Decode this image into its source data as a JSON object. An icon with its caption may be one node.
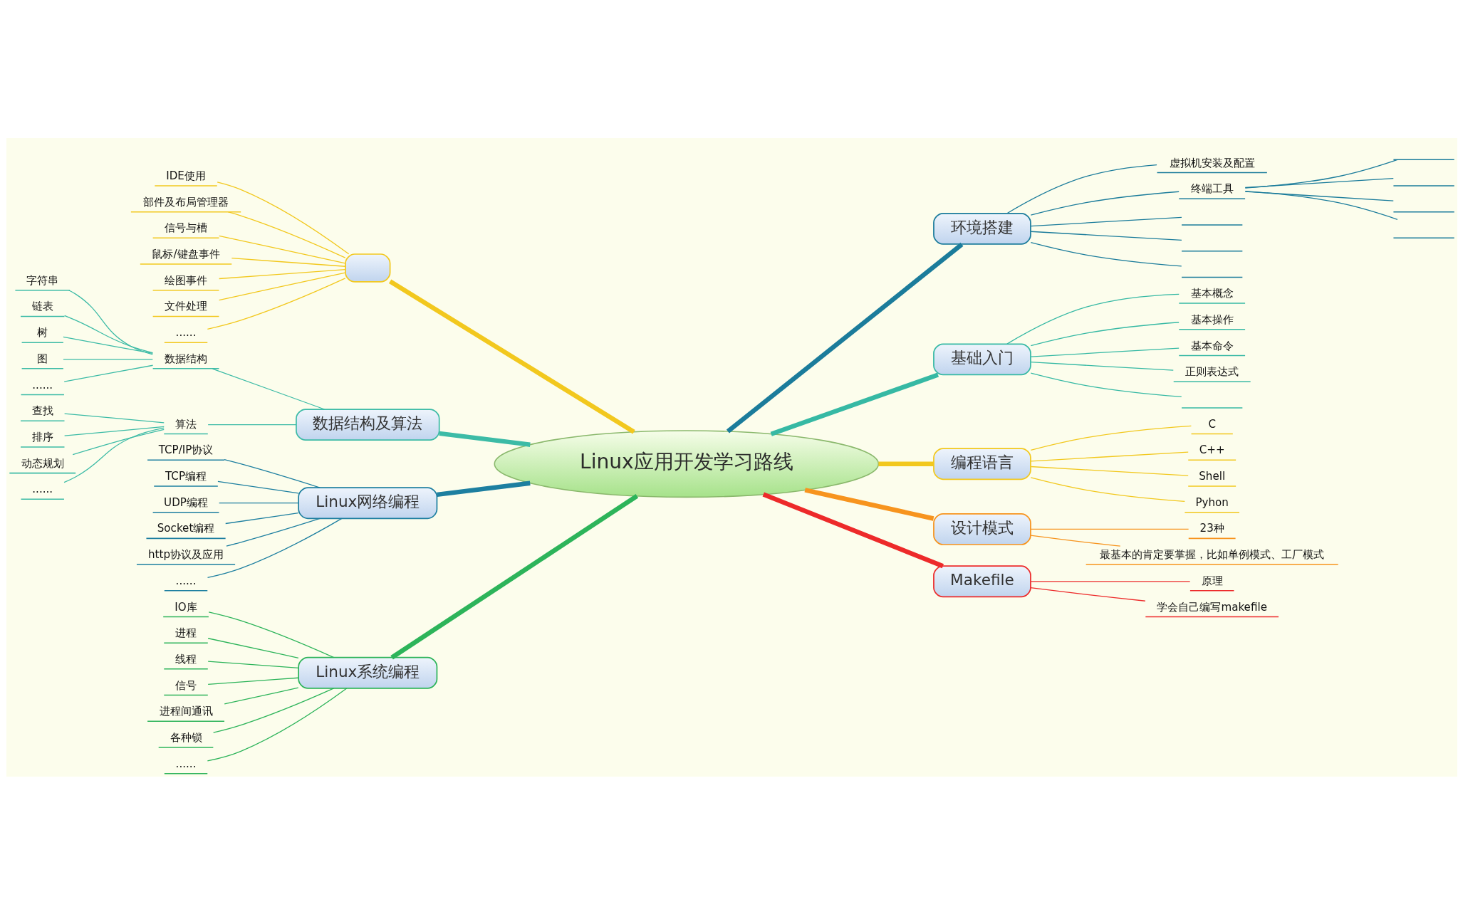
{
  "diagram": {
    "nodes": [
      {
        "text": [
          "Linux应用开发学习路线"
        ]
      },
      {
        "text": [],
        "shape": "box"
      },
      {
        "text": [
          "IDE使用"
        ]
      },
      {
        "text": [
          "部件及布局管理器"
        ]
      },
      {
        "text": [
          "信号与槽"
        ]
      },
      {
        "text": [
          "鼠标/键盘事件"
        ]
      },
      {
        "text": [
          "绘图事件"
        ]
      },
      {
        "text": [
          "文件处理"
        ]
      },
      {
        "text": [
          "......"
        ]
      },
      {
        "text": [
          "数据结构及算法"
        ]
      },
      {
        "text": [
          "数据结构"
        ]
      },
      {
        "text": [
          "字符串"
        ]
      },
      {
        "text": [
          "链表"
        ]
      },
      {
        "text": [
          "树"
        ]
      },
      {
        "text": [
          "图"
        ]
      },
      {
        "text": [
          "......"
        ]
      },
      {
        "text": [
          "算法"
        ]
      },
      {
        "text": [
          "查找"
        ]
      },
      {
        "text": [
          "排序"
        ]
      },
      {
        "text": [
          "动态规划"
        ]
      },
      {
        "text": [
          "......"
        ]
      },
      {
        "text": [
          "Linux网络编程"
        ]
      },
      {
        "text": [
          "TCP/IP协议"
        ]
      },
      {
        "text": [
          "TCP编程"
        ]
      },
      {
        "text": [
          "UDP编程"
        ]
      },
      {
        "text": [
          "Socket编程"
        ]
      },
      {
        "text": [
          "http协议及应用"
        ]
      },
      {
        "text": [
          "......"
        ]
      },
      {
        "text": [
          "Linux系统编程"
        ]
      },
      {
        "text": [
          "IO库"
        ]
      },
      {
        "text": [
          "进程"
        ]
      },
      {
        "text": [
          "线程"
        ]
      },
      {
        "text": [
          "信号"
        ]
      },
      {
        "text": [
          "进程间通讯"
        ]
      },
      {
        "text": [
          "各种锁"
        ]
      },
      {
        "text": [
          "......"
        ]
      },
      {
        "text": [
          "环境搭建"
        ]
      },
      {
        "text": [
          "虚拟机安装及配置"
        ]
      },
      {
        "text": [
          "终端工具"
        ]
      },
      {
        "text": [],
        "shape": "line"
      },
      {
        "text": [],
        "shape": "line"
      },
      {
        "text": [],
        "shape": "line"
      },
      {
        "text": [],
        "shape": "line"
      },
      {
        "text": [],
        "shape": "line"
      },
      {
        "text": [],
        "shape": "line"
      },
      {
        "text": [],
        "shape": "line"
      },
      {
        "text": [
          "基础入门"
        ]
      },
      {
        "text": [
          "基本概念"
        ]
      },
      {
        "text": [
          "基本操作"
        ]
      },
      {
        "text": [
          "基本命令"
        ]
      },
      {
        "text": [
          "正则表达式"
        ]
      },
      {
        "text": [],
        "shape": "line"
      },
      {
        "text": [
          "编程语言"
        ]
      },
      {
        "text": [
          "C"
        ]
      },
      {
        "text": [
          "C++"
        ]
      },
      {
        "text": [
          "Shell"
        ]
      },
      {
        "text": [
          "Pyhon"
        ]
      },
      {
        "text": [
          "设计模式"
        ]
      },
      {
        "text": [
          "23种"
        ]
      },
      {
        "text": [
          "最基本的肯定要掌握，比如单例模式、工厂模式"
        ]
      },
      {
        "text": [
          "Makefile"
        ]
      },
      {
        "text": [
          "原理"
        ]
      },
      {
        "text": [
          "学会自己编写makefile"
        ]
      }
    ],
    "edges": [
      {
        "from": 1,
        "to": 0,
        "arrow": "none",
        "style": "thick",
        "color": "#f2c81e"
      },
      {
        "from": 2,
        "to": 1,
        "arrow": "none",
        "color": "#f2c81e"
      },
      {
        "from": 3,
        "to": 1,
        "arrow": "none",
        "color": "#f2c81e"
      },
      {
        "from": 4,
        "to": 1,
        "arrow": "none",
        "color": "#f2c81e"
      },
      {
        "from": 5,
        "to": 1,
        "arrow": "none",
        "color": "#f2c81e"
      },
      {
        "from": 6,
        "to": 1,
        "arrow": "none",
        "color": "#f2c81e"
      },
      {
        "from": 7,
        "to": 1,
        "arrow": "none",
        "color": "#f2c81e"
      },
      {
        "from": 8,
        "to": 1,
        "arrow": "none",
        "color": "#f2c81e"
      },
      {
        "from": 9,
        "to": 0,
        "arrow": "none",
        "style": "thick",
        "color": "#3cbba6"
      },
      {
        "from": 10,
        "to": 9,
        "arrow": "none",
        "color": "#3cbba6"
      },
      {
        "from": 11,
        "to": 10,
        "arrow": "none",
        "color": "#3cbba6"
      },
      {
        "from": 12,
        "to": 10,
        "arrow": "none",
        "color": "#3cbba6"
      },
      {
        "from": 13,
        "to": 10,
        "arrow": "none",
        "color": "#3cbba6"
      },
      {
        "from": 14,
        "to": 10,
        "arrow": "none",
        "color": "#3cbba6"
      },
      {
        "from": 15,
        "to": 10,
        "arrow": "none",
        "color": "#3cbba6"
      },
      {
        "from": 16,
        "to": 9,
        "arrow": "none",
        "color": "#3cbba6"
      },
      {
        "from": 17,
        "to": 16,
        "arrow": "none",
        "color": "#3cbba6"
      },
      {
        "from": 18,
        "to": 16,
        "arrow": "none",
        "color": "#3cbba6"
      },
      {
        "from": 19,
        "to": 16,
        "arrow": "none",
        "color": "#3cbba6"
      },
      {
        "from": 20,
        "to": 16,
        "arrow": "none",
        "color": "#3cbba6"
      },
      {
        "from": 21,
        "to": 0,
        "arrow": "none",
        "style": "thick",
        "color": "#1d7fa0"
      },
      {
        "from": 22,
        "to": 21,
        "arrow": "none",
        "color": "#1d7fa0"
      },
      {
        "from": 23,
        "to": 21,
        "arrow": "none",
        "color": "#1d7fa0"
      },
      {
        "from": 24,
        "to": 21,
        "arrow": "none",
        "color": "#1d7fa0"
      },
      {
        "from": 25,
        "to": 21,
        "arrow": "none",
        "color": "#1d7fa0"
      },
      {
        "from": 26,
        "to": 21,
        "arrow": "none",
        "color": "#1d7fa0"
      },
      {
        "from": 27,
        "to": 21,
        "arrow": "none",
        "color": "#1d7fa0"
      },
      {
        "from": 28,
        "to": 0,
        "arrow": "none",
        "style": "thick",
        "color": "#2db45a"
      },
      {
        "from": 29,
        "to": 28,
        "arrow": "none",
        "color": "#2db45a"
      },
      {
        "from": 30,
        "to": 28,
        "arrow": "none",
        "color": "#2db45a"
      },
      {
        "from": 31,
        "to": 28,
        "arrow": "none",
        "color": "#2db45a"
      },
      {
        "from": 32,
        "to": 28,
        "arrow": "none",
        "color": "#2db45a"
      },
      {
        "from": 33,
        "to": 28,
        "arrow": "none",
        "color": "#2db45a"
      },
      {
        "from": 34,
        "to": 28,
        "arrow": "none",
        "color": "#2db45a"
      },
      {
        "from": 35,
        "to": 28,
        "arrow": "none",
        "color": "#2db45a"
      },
      {
        "from": 0,
        "to": 36,
        "arrow": "none",
        "style": "thick",
        "color": "#1b7c9b"
      },
      {
        "from": 36,
        "to": 37,
        "arrow": "none",
        "color": "#1b7c9b"
      },
      {
        "from": 36,
        "to": 38,
        "arrow": "none",
        "color": "#1b7c9b"
      },
      {
        "from": 38,
        "to": 39,
        "arrow": "none",
        "color": "#1b7c9b"
      },
      {
        "from": 38,
        "to": 40,
        "arrow": "none",
        "color": "#1b7c9b"
      },
      {
        "from": 38,
        "to": 41,
        "arrow": "none",
        "color": "#1b7c9b"
      },
      {
        "from": 38,
        "to": 42,
        "arrow": "none",
        "color": "#1b7c9b"
      },
      {
        "from": 36,
        "to": 43,
        "arrow": "none",
        "color": "#1b7c9b"
      },
      {
        "from": 36,
        "to": 44,
        "arrow": "none",
        "color": "#1b7c9b"
      },
      {
        "from": 36,
        "to": 45,
        "arrow": "none",
        "color": "#1b7c9b"
      },
      {
        "from": 0,
        "to": 46,
        "arrow": "none",
        "style": "thick",
        "color": "#36b9a4"
      },
      {
        "from": 46,
        "to": 47,
        "arrow": "none",
        "color": "#36b9a4"
      },
      {
        "from": 46,
        "to": 48,
        "arrow": "none",
        "color": "#36b9a4"
      },
      {
        "from": 46,
        "to": 49,
        "arrow": "none",
        "color": "#36b9a4"
      },
      {
        "from": 46,
        "to": 50,
        "arrow": "none",
        "color": "#36b9a4"
      },
      {
        "from": 46,
        "to": 51,
        "arrow": "none",
        "color": "#36b9a4"
      },
      {
        "from": 0,
        "to": 52,
        "arrow": "none",
        "style": "thick",
        "color": "#f2c81e"
      },
      {
        "from": 52,
        "to": 53,
        "arrow": "none",
        "color": "#f2c81e"
      },
      {
        "from": 52,
        "to": 54,
        "arrow": "none",
        "color": "#f2c81e"
      },
      {
        "from": 52,
        "to": 55,
        "arrow": "none",
        "color": "#f2c81e"
      },
      {
        "from": 52,
        "to": 56,
        "arrow": "none",
        "color": "#f2c81e"
      },
      {
        "from": 0,
        "to": 57,
        "arrow": "none",
        "style": "thick",
        "color": "#f7941e"
      },
      {
        "from": 57,
        "to": 58,
        "arrow": "none",
        "color": "#f7941e"
      },
      {
        "from": 57,
        "to": 59,
        "arrow": "none",
        "color": "#f7941e"
      },
      {
        "from": 0,
        "to": 60,
        "arrow": "none",
        "style": "thick",
        "color": "#ed2a2a"
      },
      {
        "from": 60,
        "to": 61,
        "arrow": "none",
        "color": "#ed2a2a"
      },
      {
        "from": 60,
        "to": 62,
        "arrow": "none",
        "color": "#ed2a2a"
      }
    ]
  }
}
